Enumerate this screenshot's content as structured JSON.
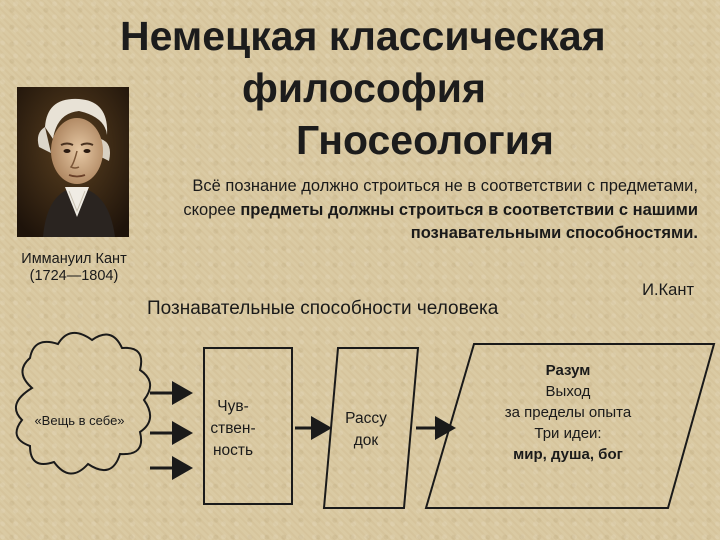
{
  "title": {
    "line1": "Немецкая классическая",
    "line2": "философия",
    "line3": "Гносеология"
  },
  "portrait": {
    "name": "Иммануил Кант",
    "years": "(1724—1804)"
  },
  "quote": {
    "part1": "Всё познание должно строиться не в соответствии с предметами, скорее ",
    "part2_bold": "предметы должны строиться в соответствии с нашими познавательными способностями",
    "part3": ".",
    "author": "И.Кант"
  },
  "subtitle": "Познавательные способности человека",
  "diagram": {
    "thing_in_itself": "«Вещь в себе»",
    "sensibility": [
      "Чув-",
      "ствен-",
      "ность"
    ],
    "understanding": [
      "Рассу",
      "док"
    ],
    "reason": {
      "title": "Разум",
      "line1": "Выход",
      "line2": "за пределы опыта",
      "line3": "Три идеи:",
      "ideas": "мир, душа, бог"
    }
  },
  "colors": {
    "background": "#d9c8a0",
    "text": "#1a1a1a"
  }
}
